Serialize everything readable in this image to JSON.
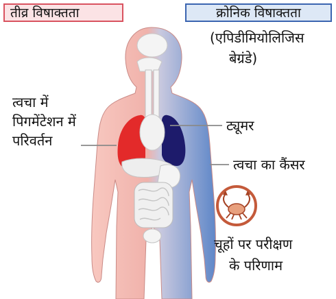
{
  "headers": {
    "acute": "तीव्र विषाक्तता",
    "chronic": "क्रोनिक विषाक्तता"
  },
  "labels": {
    "epidemiology_line1": "(एपिडीमियोलिजिस",
    "epidemiology_line2": "बेग्रंडे)",
    "skin_pigment_line1": "त्वचा में",
    "skin_pigment_line2": "पिगमेंटेशन में",
    "skin_pigment_line3": "परिवर्तन",
    "tumor": "ट्यूमर",
    "skin_cancer": "त्वचा का कैंसर",
    "rat_results_line1": "चूहों पर परीक्षण",
    "rat_results_line2": "के परिणाम"
  },
  "colors": {
    "acute_side": "#f2b4ae",
    "chronic_side": "#7f9fd0",
    "acute_border": "#d9525f",
    "chronic_border": "#3a64b0",
    "lung_left": "#e32a2a",
    "lung_right": "#1d1b6b",
    "crab": "#c45a3a"
  }
}
